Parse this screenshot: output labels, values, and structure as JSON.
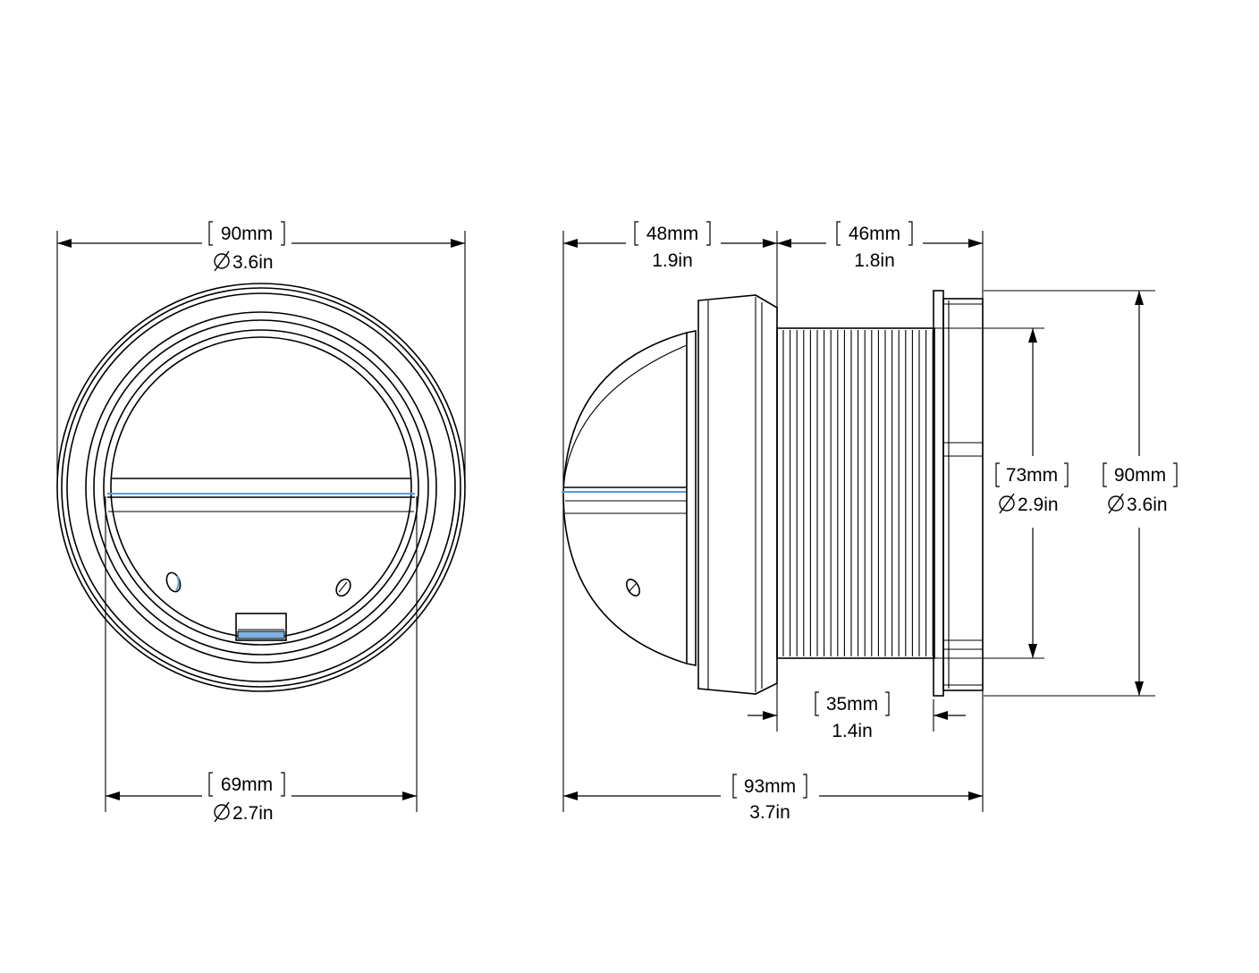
{
  "dimensions": {
    "front_outer": {
      "metric": "90mm",
      "imperial": "3.6in",
      "diameter": true
    },
    "front_inner": {
      "metric": "69mm",
      "imperial": "2.7in",
      "diameter": true
    },
    "side_dome_length": {
      "metric": "48mm",
      "imperial": "1.9in",
      "diameter": false
    },
    "side_thread_length": {
      "metric": "46mm",
      "imperial": "1.8in",
      "diameter": false
    },
    "side_usable_thread": {
      "metric": "35mm",
      "imperial": "1.4in",
      "diameter": false
    },
    "side_total_length": {
      "metric": "93mm",
      "imperial": "3.7in",
      "diameter": false
    },
    "side_thread_diameter": {
      "metric": "73mm",
      "imperial": "2.9in",
      "diameter": true
    },
    "side_flange_diameter": {
      "metric": "90mm",
      "imperial": "3.6in",
      "diameter": true
    }
  },
  "colors": {
    "line": "#000000",
    "accent": "#5b9bd5"
  }
}
